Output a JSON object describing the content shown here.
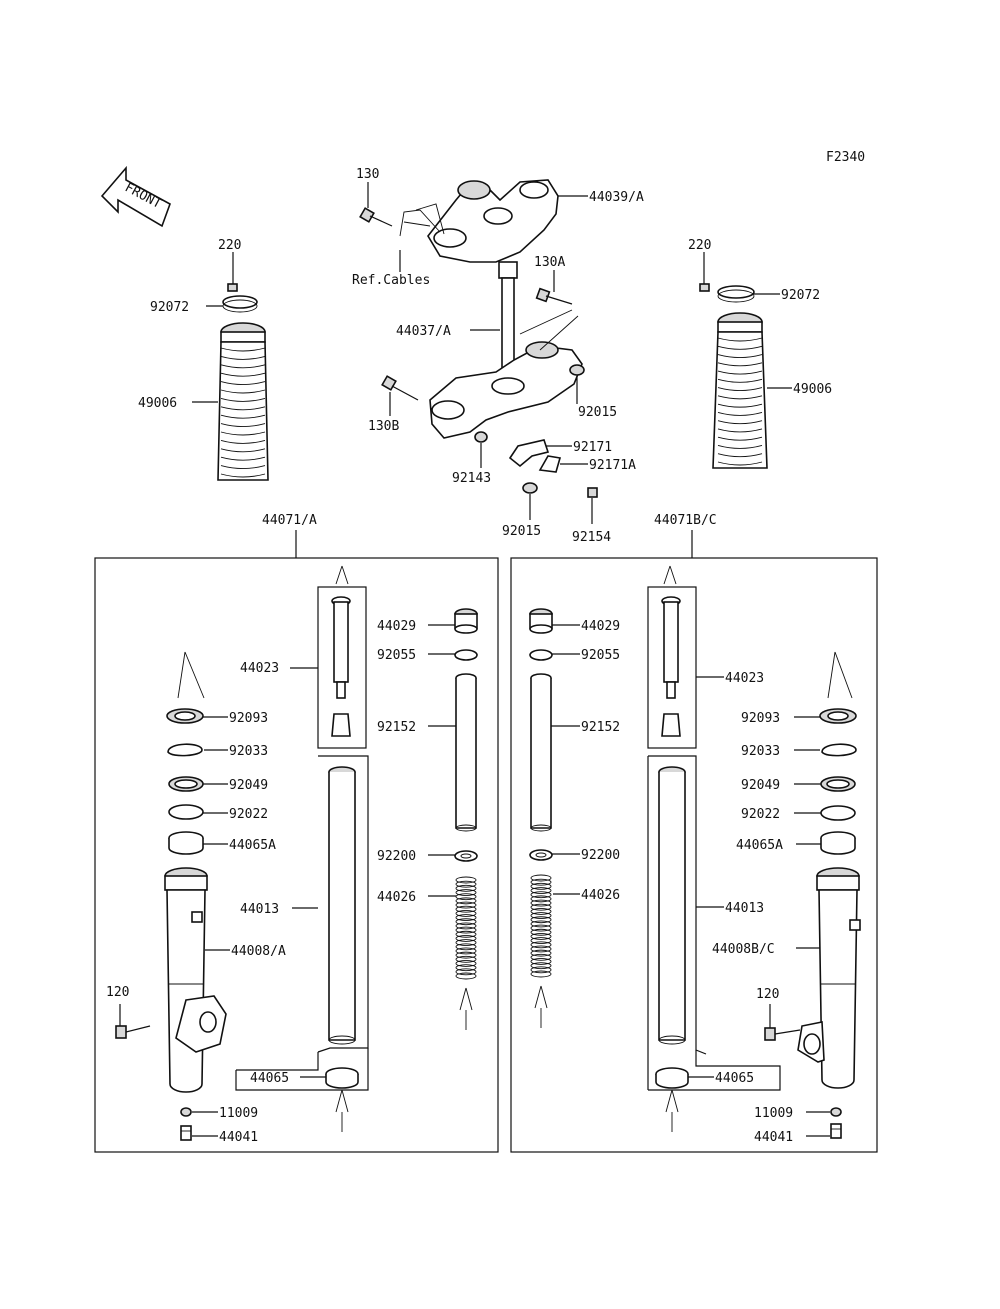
{
  "diagram": {
    "code": "F2340",
    "front_arrow_text": "FRONT",
    "ref_cables": "Ref.Cables",
    "group_left": "44071/A",
    "group_right": "44071B/C"
  },
  "labels": {
    "p130": "130",
    "p44039": "44039/A",
    "p130A": "130A",
    "p44037": "44037/A",
    "p130B": "130B",
    "p92015a": "92015",
    "p92171": "92171",
    "p92171A": "92171A",
    "p92143": "92143",
    "p92015b": "92015",
    "p92154": "92154",
    "l220": "220",
    "l92072": "92072",
    "l49006": "49006",
    "r220": "220",
    "r92072": "92072",
    "r49006": "49006",
    "L": {
      "p44023": "44023",
      "p44029": "44029",
      "p92055": "92055",
      "p92152": "92152",
      "p92093": "92093",
      "p92033": "92033",
      "p92049": "92049",
      "p92022": "92022",
      "p44065A": "44065A",
      "p44013": "44013",
      "p44008": "44008/A",
      "p92200": "92200",
      "p44026": "44026",
      "p120": "120",
      "p44065": "44065",
      "p11009": "11009",
      "p44041": "44041"
    },
    "R": {
      "p44029": "44029",
      "p92055": "92055",
      "p44023": "44023",
      "p92152": "92152",
      "p92093": "92093",
      "p92033": "92033",
      "p92049": "92049",
      "p92022": "92022",
      "p92200": "92200",
      "p44065A": "44065A",
      "p44026": "44026",
      "p44013": "44013",
      "p44008": "44008B/C",
      "p120": "120",
      "p44065": "44065",
      "p11009": "11009",
      "p44041": "44041"
    }
  }
}
